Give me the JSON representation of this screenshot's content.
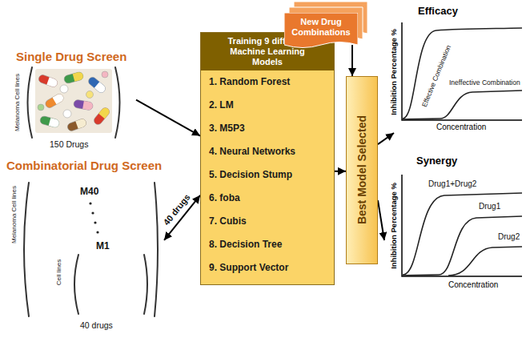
{
  "diagram": {
    "nodes": [
      {
        "text": [
          "Single Drug Screen",
          "Melanoma Cell lines",
          "150 Drugs"
        ]
      },
      {
        "text": [
          "Combinatorial Drug Screen",
          "Melanoma Cell lines",
          "M40",
          "M1",
          "Cell lines",
          "40 drugs"
        ]
      },
      {
        "text": [
          "Training 9 different Machine Learning Models",
          "1. Random Forest",
          "2. LM",
          "3. M5P3",
          "4. Neural Networks",
          "5. Decision Stump",
          "6. foba",
          "7. Cubis",
          "8. Decision Tree",
          "9. Support Vector"
        ]
      },
      {
        "text": [
          "New Drug Combinations"
        ]
      },
      {
        "text": [
          "Best Model Selected"
        ]
      },
      {
        "text": [
          "Efficacy",
          "Inhibition Percentage %",
          "Concentration",
          "Effective Combination",
          "Ineffective Combination"
        ]
      },
      {
        "text": [
          "Synergy",
          "Inhibition Percentage %",
          "Concentration",
          "Drug1+Drug2",
          "Drug1",
          "Drug2"
        ]
      }
    ],
    "edges": [
      {
        "from": 0,
        "to": 2,
        "arrow": "to"
      },
      {
        "from": 1,
        "to": 2,
        "arrow": "both",
        "label": "40 drugs"
      },
      {
        "from": 2,
        "to": 4,
        "arrow": "to"
      },
      {
        "from": 3,
        "to": 4,
        "arrow": "to"
      },
      {
        "from": 4,
        "to": 5,
        "arrow": "to"
      },
      {
        "from": 4,
        "to": 6,
        "arrow": "to"
      }
    ]
  }
}
